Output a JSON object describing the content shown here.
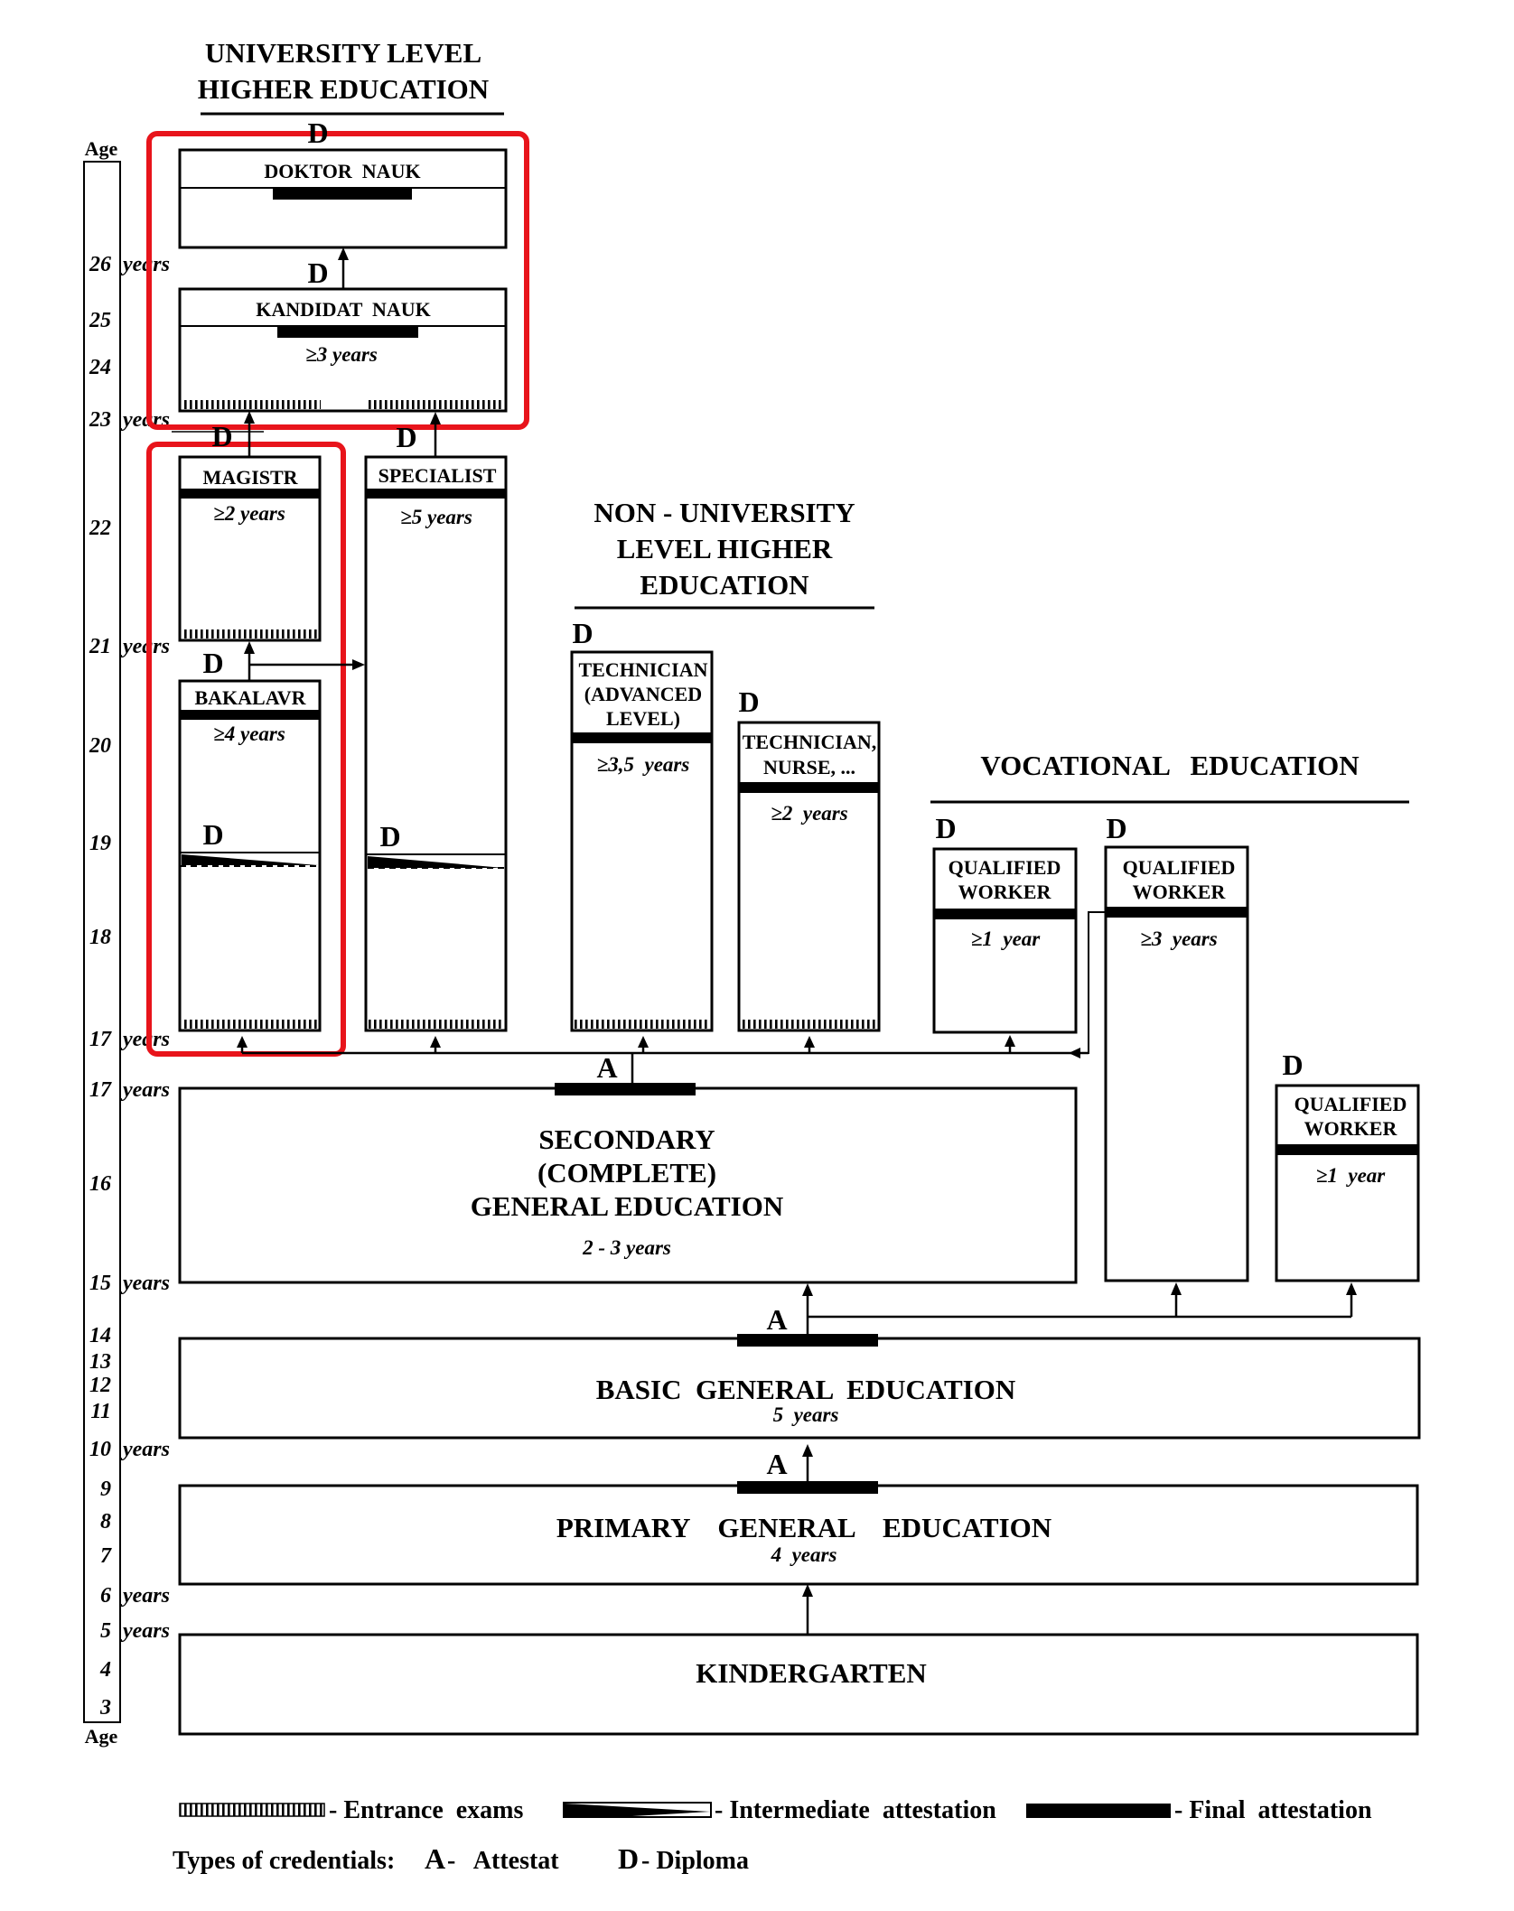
{
  "headings": {
    "university": [
      "UNIVERSITY LEVEL",
      "HIGHER EDUCATION"
    ],
    "non_university": [
      "NON - UNIVERSITY",
      "LEVEL HIGHER",
      "EDUCATION"
    ],
    "vocational": "VOCATIONAL   EDUCATION"
  },
  "age_scale": {
    "label_top": "Age",
    "label_bottom": "Age",
    "marks": [
      "26",
      "25",
      "24",
      "23",
      "22",
      "21",
      "20",
      "19",
      "18",
      "17",
      "17",
      "16",
      "15",
      "14",
      "13",
      "12",
      "11",
      "10",
      "9",
      "8",
      "7",
      "6",
      "5",
      "4",
      "3"
    ],
    "years_word": "years"
  },
  "boxes": {
    "doktor_nauk": {
      "title": "DOKTOR  NAUK"
    },
    "kandidat_nauk": {
      "title": "KANDIDAT  NAUK",
      "duration": "3 years"
    },
    "magistr": {
      "title": "MAGISTR",
      "duration": "2 years"
    },
    "specialist": {
      "title": "SPECIALIST",
      "duration": "5 years"
    },
    "bakalavr": {
      "title": "BAKALAVR",
      "duration": "4 years"
    },
    "technician_advanced": {
      "title": [
        "TECHNICIAN",
        "(ADVANCED",
        "LEVEL)"
      ],
      "duration": "3,5  years"
    },
    "technician_nurse": {
      "title": [
        "TECHNICIAN,",
        "NURSE, ..."
      ],
      "duration": "2  years"
    },
    "qualified_worker_1": {
      "title": [
        "QUALIFIED",
        "WORKER"
      ],
      "duration": "1  year"
    },
    "qualified_worker_3": {
      "title": [
        "QUALIFIED",
        "WORKER"
      ],
      "duration": "3  years"
    },
    "qualified_worker_1b": {
      "title": [
        "QUALIFIED",
        "WORKER"
      ],
      "duration": "1  year"
    },
    "secondary": {
      "title": [
        "SECONDARY",
        "(COMPLETE)",
        "GENERAL EDUCATION"
      ],
      "duration": "2 - 3 years"
    },
    "basic": {
      "title": "BASIC  GENERAL  EDUCATION",
      "duration": "5  years"
    },
    "primary": {
      "title": "PRIMARY    GENERAL    EDUCATION",
      "duration": "4  years"
    },
    "kindergarten": {
      "title": "KINDERGARTEN"
    }
  },
  "credential_marks": {
    "attestat": "A",
    "diploma": "D",
    "geq_symbol": "≥"
  },
  "legend": {
    "entrance_exams": "- Entrance  exams",
    "intermediate": "- Intermediate  attestation",
    "final": "- Final  attestation",
    "types_label": "Types of credentials:",
    "a_letter": "A",
    "a_text": "-   Attestat",
    "d_letter": "D",
    "d_text": "- Diploma"
  },
  "colors": {
    "highlight": "#e8141b",
    "ink": "#000000"
  }
}
